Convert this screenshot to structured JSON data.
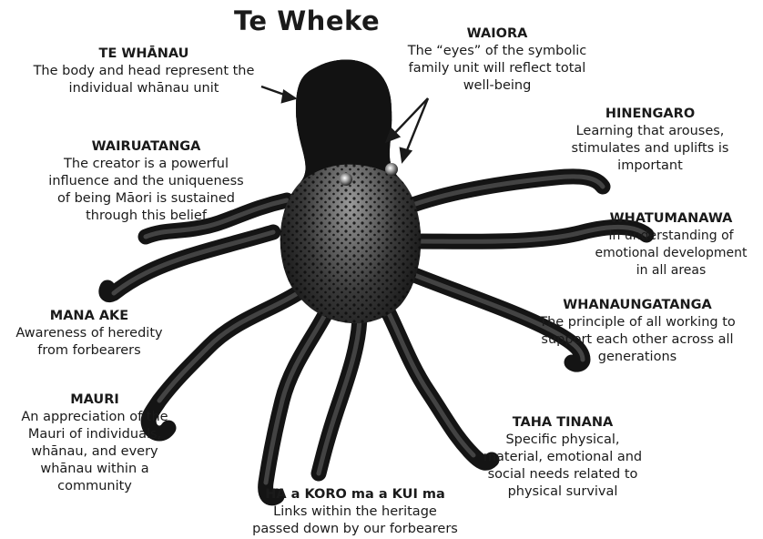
{
  "title": "Te Wheke",
  "labels": {
    "te_whanau": {
      "heading": "TE WHĀNAU",
      "lines": [
        "The body and head represent the",
        "individual whānau unit"
      ]
    },
    "waiora": {
      "heading": "WAIORA",
      "lines": [
        "The “eyes” of the symbolic",
        "family unit will reflect total",
        "well-being"
      ]
    },
    "hinengaro": {
      "heading": "HINENGARO",
      "lines": [
        "Learning that arouses,",
        "stimulates and uplifts is",
        "important"
      ]
    },
    "wairuatanga": {
      "heading": "WAIRUATANGA",
      "lines": [
        "The creator is a powerful",
        "influence and the uniqueness",
        "of being Māori is sustained",
        "through this belief"
      ]
    },
    "whatumanawa": {
      "heading": "WHATUMANAWA",
      "lines": [
        "In understanding of",
        "emotional development",
        "in all areas"
      ]
    },
    "whanaungatanga": {
      "heading": "WHANAUNGATANGA",
      "lines": [
        "The principle of all working to",
        "support each other across all",
        "generations"
      ]
    },
    "mana_ake": {
      "heading": "MANA AKE",
      "lines": [
        "Awareness of heredity",
        "from forbearers"
      ]
    },
    "mauri": {
      "heading": "MAURI",
      "lines": [
        "An appreciation of the",
        "Mauri of individuals,",
        "whānau, and every",
        "whānau within a",
        "community"
      ]
    },
    "taha_tinana": {
      "heading": "TAHA TINANA",
      "lines": [
        "Specific physical,",
        "material, emotional and",
        "social needs related to",
        "physical survival"
      ]
    },
    "ha_a_koro": {
      "heading": "HA a KORO ma a KUI ma",
      "lines": [
        "Links within the heritage",
        "passed down by our forbearers"
      ]
    }
  },
  "colors": {
    "octopus_body": "#141414",
    "octopus_highlight": "#8a8a8a",
    "text": "#1a1a1a",
    "arrow": "#1a1a1a"
  }
}
